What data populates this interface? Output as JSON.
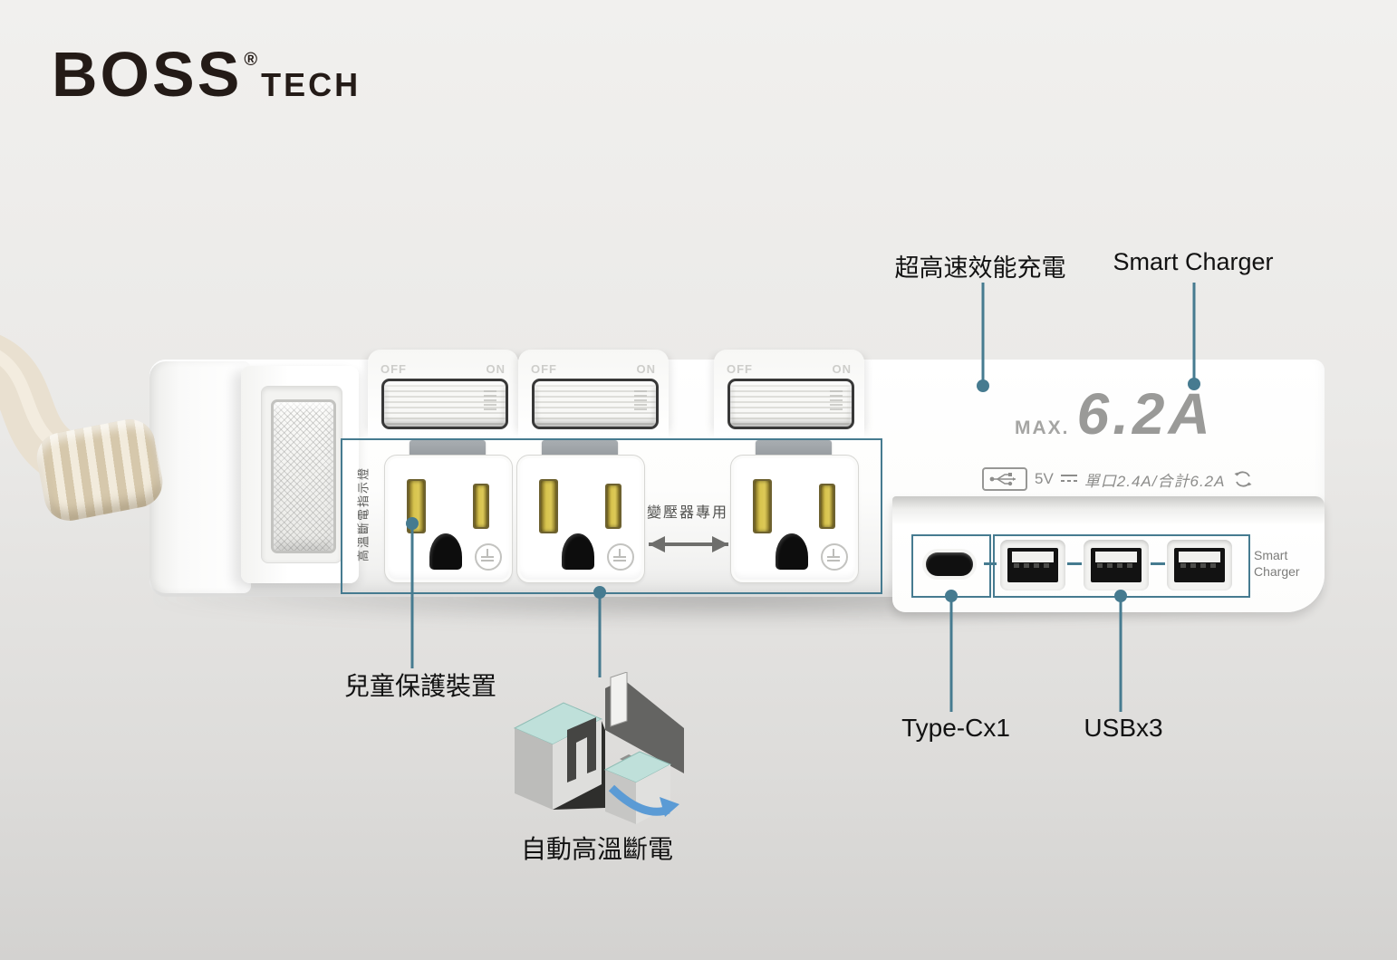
{
  "brand": {
    "name": "BOSS",
    "reg": "®",
    "suffix": "TECH"
  },
  "callouts": {
    "fast_charging": "超高速效能充電",
    "smart_charger": "Smart Charger",
    "child_protection": "兒童保護裝置",
    "auto_thermal_cutoff": "自動高溫斷電",
    "type_c": "Type-Cx1",
    "usb": "USBx3"
  },
  "print": {
    "max_label": "MAX.",
    "max_value": "6.2A",
    "voltage": "5V",
    "spec_detail": "單口2.4A/合計6.2A",
    "smart_small": {
      "line1": "Smart",
      "line2": "Charger"
    },
    "thermal_indicator": "高溫斷電指示燈",
    "transformer_only": "變壓器專用",
    "switch_off": "OFF",
    "switch_on": "ON"
  },
  "colors": {
    "annotation_teal": "#467b90",
    "print_gray": "#9b9b9b",
    "arrow_blue": "#5b9bd5",
    "slot_yellow": "#d6c14b",
    "cord_beige": "#e7dcc4"
  }
}
